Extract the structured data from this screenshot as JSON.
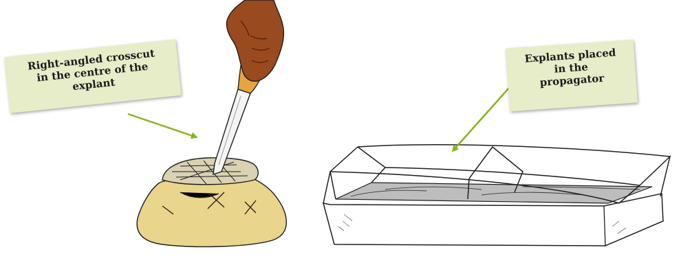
{
  "colors": {
    "label_background": "#e7edc8",
    "arrow": "#8ab31f",
    "explant": "#e9d58c",
    "hand": "#9a4a1f",
    "handle": "#e7a53f",
    "line": "#1e1e1e"
  },
  "illustrations": {
    "left": "hand-cutting-explant-with-knife",
    "right": "propagator-with-explants"
  },
  "labels": {
    "crosscut": {
      "line1": "Right-angled crosscut",
      "line2": "in the centre of the",
      "line3": "explant"
    },
    "propagator": {
      "line1": "Explants placed",
      "line2": "in the",
      "line3": "propagator"
    }
  }
}
